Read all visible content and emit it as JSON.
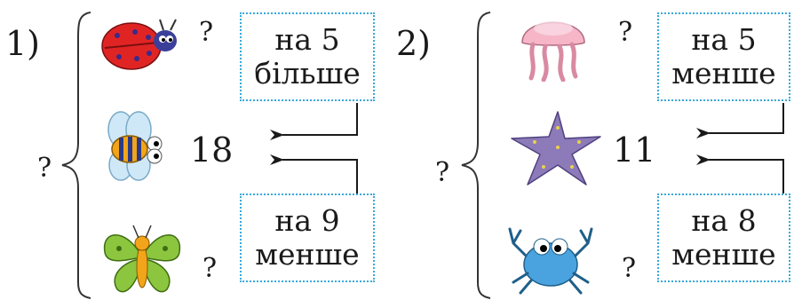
{
  "problems": [
    {
      "number": "1)",
      "total_label": "?",
      "top": {
        "animal": "ladybug-icon",
        "value": "?"
      },
      "middle": {
        "animal": "bee-icon",
        "value": "18"
      },
      "bottom": {
        "animal": "butterfly-icon",
        "value": "?"
      },
      "box_top": {
        "line1": "на 5",
        "line2": "більше"
      },
      "box_bottom": {
        "line1": "на 9",
        "line2": "менше"
      }
    },
    {
      "number": "2)",
      "total_label": "?",
      "top": {
        "animal": "jellyfish-icon",
        "value": "?"
      },
      "middle": {
        "animal": "starfish-icon",
        "value": "11"
      },
      "bottom": {
        "animal": "crab-icon",
        "value": "?"
      },
      "box_top": {
        "line1": "на 5",
        "line2": "менше"
      },
      "box_bottom": {
        "line1": "на 8",
        "line2": "менше"
      }
    }
  ],
  "colors": {
    "box_border": "#39a9d9",
    "ladybug": "#e02424",
    "bee_stripe": "#f2a51a",
    "butterfly": "#8cc63f",
    "jellyfish": "#f6b6c8",
    "starfish": "#8c7bb8",
    "crab": "#4aa3df"
  }
}
